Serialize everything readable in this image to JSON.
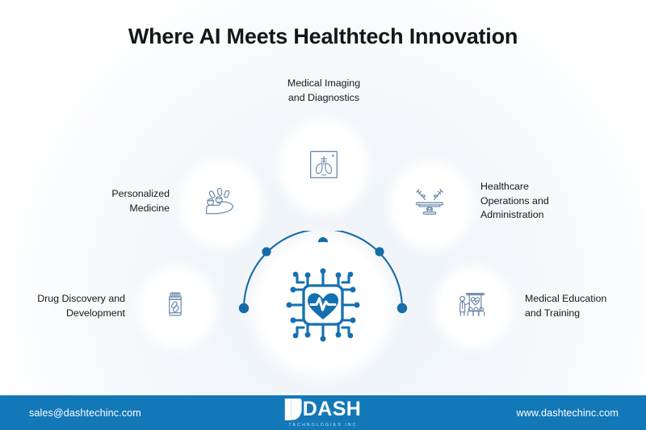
{
  "page": {
    "title": "Where AI Meets Healthtech Innovation",
    "background_color": "#ffffff",
    "accent_color": "#1378b8",
    "icon_outline_color": "#6f8cab",
    "title_color": "#141619"
  },
  "diagram": {
    "center": {
      "icon": "ai-chip-heartbeat-icon",
      "color": "#1470b0"
    },
    "arc": {
      "color": "#176ca6",
      "dot_count": 5,
      "shape": "semicircle-open-bottom"
    },
    "nodes": [
      {
        "id": "medical-imaging",
        "label": "Medical Imaging\nand Diagnostics",
        "label_line1": "Medical Imaging",
        "label_line2": "and Diagnostics",
        "icon": "lungs-xray-icon",
        "position": "top-center"
      },
      {
        "id": "personalized-medicine",
        "label": "Personalized\nMedicine",
        "label_line1": "Personalized",
        "label_line2": "Medicine",
        "icon": "hand-holding-pills-icon",
        "position": "upper-left"
      },
      {
        "id": "drug-discovery",
        "label": "Drug Discovery and\nDevelopment",
        "label_line1": "Drug Discovery and",
        "label_line2": "Development",
        "icon": "pill-bottle-icon",
        "position": "lower-left"
      },
      {
        "id": "healthcare-operations",
        "label": "Healthcare\nOperations and\nAdministration",
        "label_line1": "Healthcare",
        "label_line2": "Operations and",
        "label_line3": "Administration",
        "icon": "operating-table-icon",
        "position": "upper-right"
      },
      {
        "id": "medical-education",
        "label": "Medical Education\nand Training",
        "label_line1": "Medical Education",
        "label_line2": "and Training",
        "icon": "medical-training-presentation-icon",
        "position": "lower-right"
      }
    ]
  },
  "footer": {
    "email": "sales@dashtechinc.com",
    "website": "www.dashtechinc.com",
    "logo_word": "DASH",
    "logo_tagline": "TECHNOLOGIES INC",
    "background_color": "#1378b8"
  }
}
